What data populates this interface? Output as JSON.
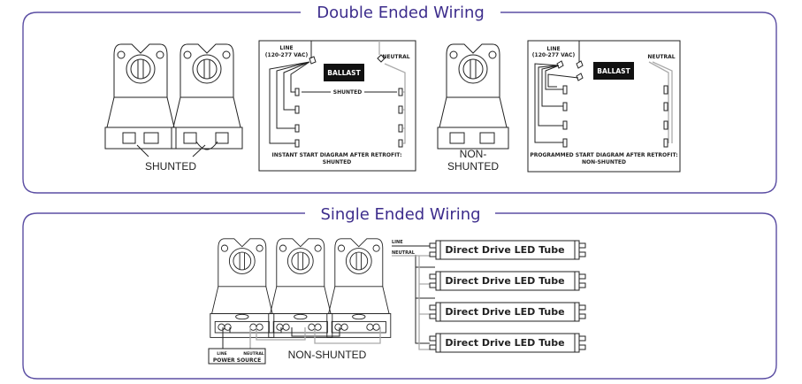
{
  "colors": {
    "frame": "#5b4ea3",
    "title": "#3d2d8c",
    "ballast_bg": "#111111"
  },
  "double_ended": {
    "title": "Double Ended Wiring",
    "shunted_label": "SHUNTED",
    "non_shunted_label_line1": "NON-",
    "non_shunted_label_line2": "SHUNTED",
    "instant_start": {
      "line_label": "LINE",
      "voltage_label": "(120-277 VAC)",
      "neutral_label": "NEUTRAL",
      "ballast_label": "BALLAST",
      "shunted_label": "SHUNTED",
      "caption_line1": "INSTANT START DIAGRAM AFTER RETROFIT:",
      "caption_line2": "SHUNTED"
    },
    "programmed_start": {
      "line_label": "LINE",
      "voltage_label": "(120-277 VAC)",
      "neutral_label": "NEUTRAL",
      "ballast_label": "BALLAST",
      "caption_line1": "PROGRAMMED START DIAGRAM AFTER RETROFIT:",
      "caption_line2": "NON-SHUNTED"
    }
  },
  "single_ended": {
    "title": "Single Ended Wiring",
    "non_shunted_label": "NON-SHUNTED",
    "power_source": {
      "line_label": "LINE",
      "neutral_label": "NEUTRAL",
      "label": "POWER SOURCE"
    },
    "tube_diagram": {
      "line_label": "LINE",
      "neutral_label": "NEUTRAL",
      "tubes": [
        "Direct Drive LED Tube",
        "Direct Drive LED Tube",
        "Direct Drive LED Tube",
        "Direct Drive LED Tube"
      ]
    }
  }
}
